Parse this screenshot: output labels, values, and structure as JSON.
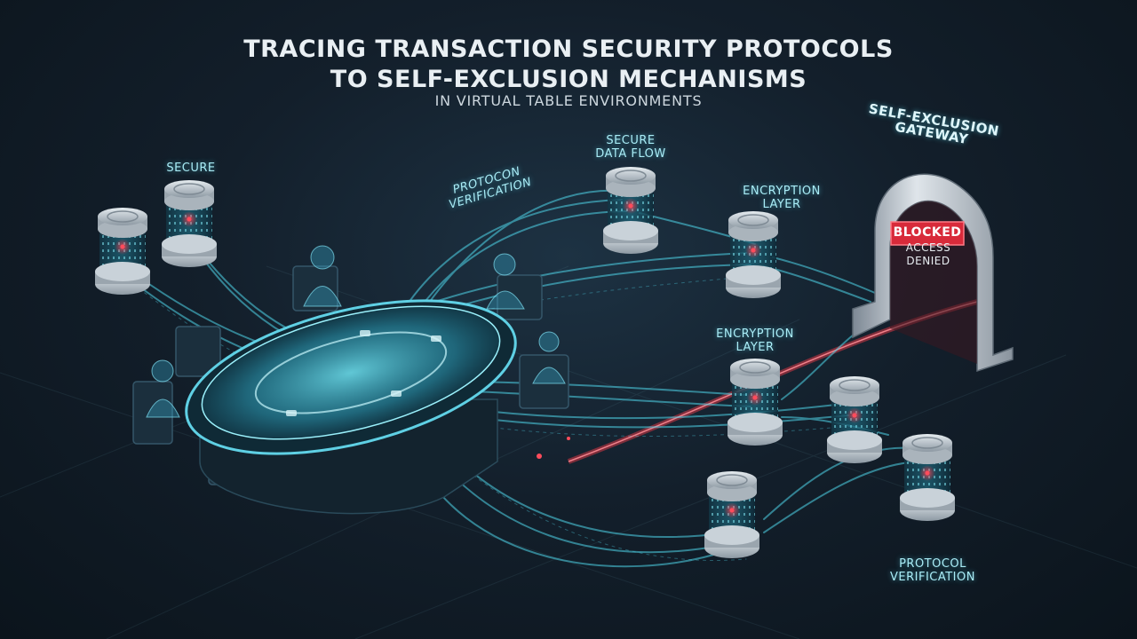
{
  "title": {
    "line1": "TRACING TRANSACTION SECURITY PROTOCOLS",
    "line2": "TO SELF-EXCLUSION MECHANISMS",
    "subtitle": "IN VIRTUAL TABLE ENVIRONMENTS"
  },
  "labels": {
    "secure": "SECURE",
    "protocon_line1": "PROTOCON",
    "protocon_line2": "VERIFICATION",
    "secure_flow_line1": "SECURE",
    "secure_flow_line2": "DATA FLOW",
    "encryption_top_line1": "ENCRYPTION",
    "encryption_top_line2": "LAYER",
    "encryption_mid_line1": "ENCRYPTION",
    "encryption_mid_line2": "LAYER",
    "protocol_line1": "PROTOCOL",
    "protocol_line2": "VERIFICATION"
  },
  "gateway": {
    "title_line1": "SELF-EXCLUSION",
    "title_line2": "GATEWAY",
    "status": "BLOCKED",
    "message_line1": "ACCESS",
    "message_line2": "DENIED"
  },
  "colors": {
    "flow": "#4fd6ea",
    "accent_red": "#ff3b4a",
    "table": "#5fd0e4",
    "gateway_metal": "#b9c3cc"
  },
  "icons": [
    "server-node-icon",
    "gateway-arch-icon",
    "avatar-figure-icon",
    "poker-table-icon"
  ]
}
